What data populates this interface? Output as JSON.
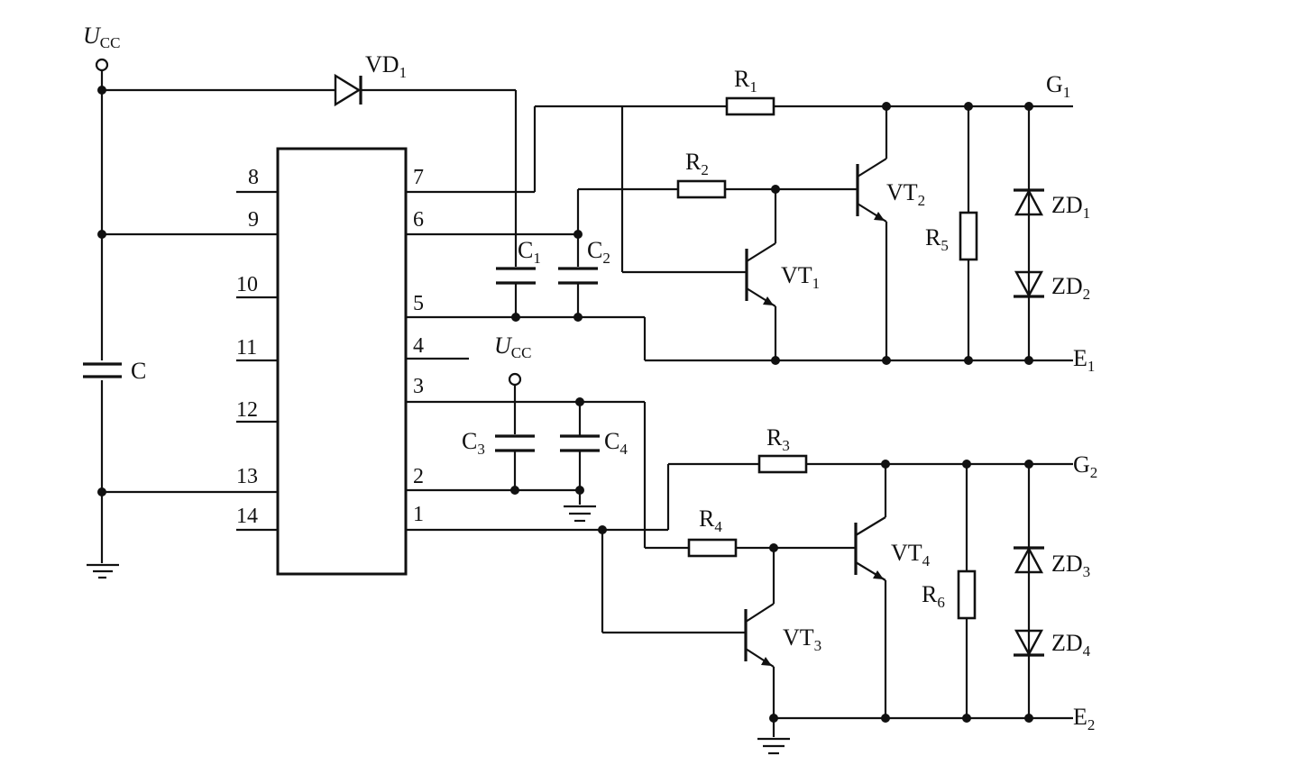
{
  "supply": {
    "u": "U",
    "cc": "CC"
  },
  "ic_pins": {
    "p1": "1",
    "p2": "2",
    "p3": "3",
    "p4": "4",
    "p5": "5",
    "p6": "6",
    "p7": "7",
    "p8": "8",
    "p9": "9",
    "p10": "10",
    "p11": "11",
    "p12": "12",
    "p13": "13",
    "p14": "14"
  },
  "components": {
    "C": "C",
    "VD1": {
      "base": "VD",
      "sub": "1"
    },
    "R1": {
      "base": "R",
      "sub": "1"
    },
    "R2": {
      "base": "R",
      "sub": "2"
    },
    "R3": {
      "base": "R",
      "sub": "3"
    },
    "R4": {
      "base": "R",
      "sub": "4"
    },
    "R5": {
      "base": "R",
      "sub": "5"
    },
    "R6": {
      "base": "R",
      "sub": "6"
    },
    "C1": {
      "base": "C",
      "sub": "1"
    },
    "C2": {
      "base": "C",
      "sub": "2"
    },
    "C3": {
      "base": "C",
      "sub": "3"
    },
    "C4": {
      "base": "C",
      "sub": "4"
    },
    "VT1": {
      "base": "VT",
      "sub": "1"
    },
    "VT2": {
      "base": "VT",
      "sub": "2"
    },
    "VT3": {
      "base": "VT",
      "sub": "3"
    },
    "VT4": {
      "base": "VT",
      "sub": "4"
    },
    "ZD1": {
      "base": "ZD",
      "sub": "1"
    },
    "ZD2": {
      "base": "ZD",
      "sub": "2"
    },
    "ZD3": {
      "base": "ZD",
      "sub": "3"
    },
    "ZD4": {
      "base": "ZD",
      "sub": "4"
    }
  },
  "outputs": {
    "G1": {
      "base": "G",
      "sub": "1"
    },
    "E1": {
      "base": "E",
      "sub": "1"
    },
    "G2": {
      "base": "G",
      "sub": "2"
    },
    "E2": {
      "base": "E",
      "sub": "2"
    }
  }
}
